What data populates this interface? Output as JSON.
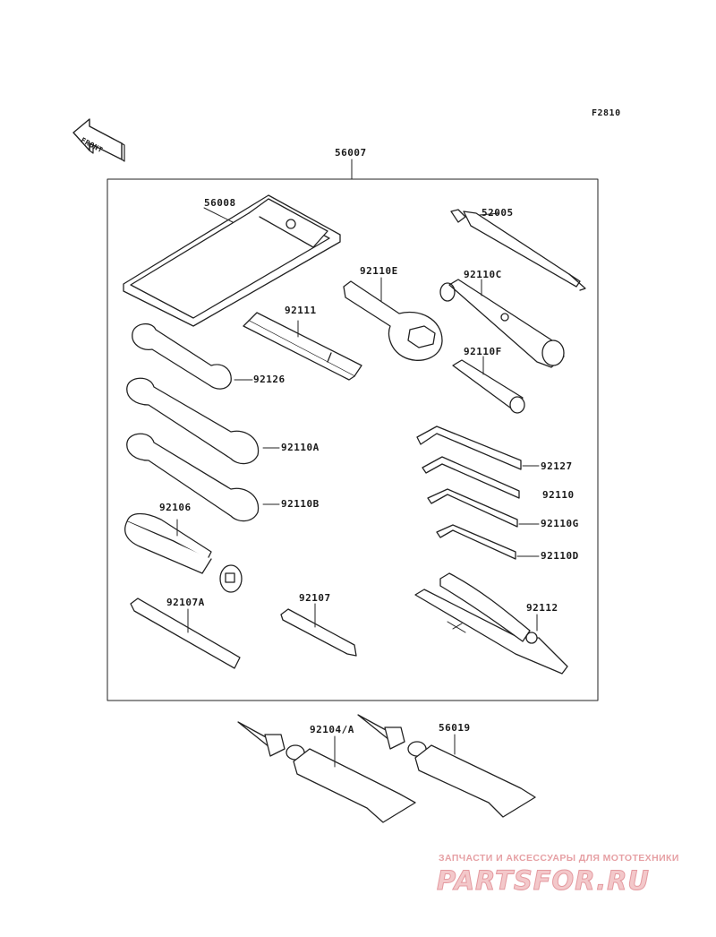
{
  "figure_code": "F2810",
  "front_label": "FRONT",
  "part_numbers": {
    "kit": "56007",
    "pouch": "56008",
    "plug_wrench_handle": "52005",
    "ring_wrench": "92110E",
    "plug_wrench": "92110C",
    "bar": "92111",
    "box_wrench": "92110F",
    "small_open_wrench": "92126",
    "open_wrench_a": "92110A",
    "open_wrench_b": "92110B",
    "hex_key_1": "92127",
    "hex_key_2": "92110",
    "hex_key_3": "92110G",
    "hex_key_4": "92110D",
    "screwdriver_handle": "92106",
    "screwdriver_bit_a": "92107A",
    "screwdriver_bit": "92107",
    "pliers": "92112",
    "grease_tube_a": "92104/A",
    "grease_tube_b": "56019"
  },
  "watermark": {
    "tagline": "ЗАПЧАСТИ И АКСЕССУАРЫ ДЛЯ МОТОТЕХНИКИ",
    "logo": "PARTSFOR.RU"
  }
}
